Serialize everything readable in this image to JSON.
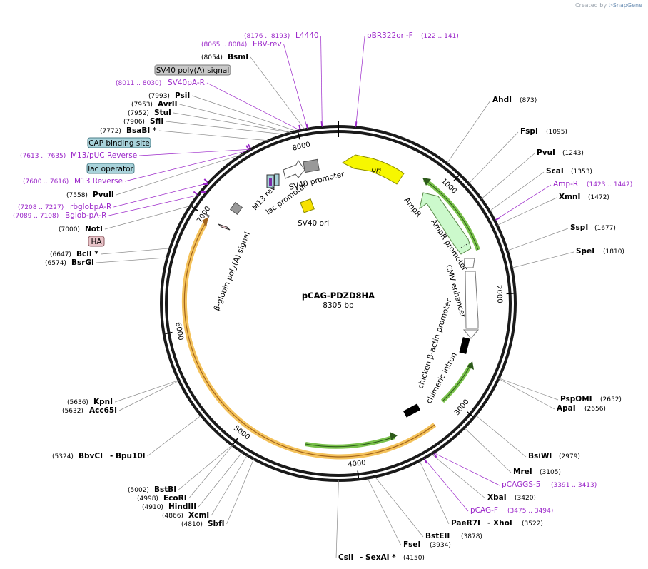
{
  "credit": {
    "prefix": "Created by",
    "brand": "SnapGene"
  },
  "plasmid": {
    "name": "pCAG-PDZD8HA",
    "length": "8305 bp"
  },
  "colors": {
    "primer": "#9b27c9",
    "orange": "#f4c25b",
    "green": "#79c14b",
    "yellow": "#f7f700",
    "lightgreen": "#ccf9cc",
    "boxblue": "#a9d3db",
    "boxgray": "#c8c8c8",
    "boxpink": "#e8c3c8"
  },
  "ticks": [
    {
      "label": "1000",
      "bp": 1000
    },
    {
      "label": "2000",
      "bp": 2000
    },
    {
      "label": "3000",
      "bp": 3000
    },
    {
      "label": "4000",
      "bp": 4000
    },
    {
      "label": "5000",
      "bp": 5000
    },
    {
      "label": "6000",
      "bp": 6000
    },
    {
      "label": "7000",
      "bp": 7000
    },
    {
      "label": "8000",
      "bp": 8000
    }
  ],
  "sites": [
    {
      "name": "AhdI",
      "pos": "(873)",
      "bp": 873
    },
    {
      "name": "FspI",
      "pos": "(1095)",
      "bp": 1095
    },
    {
      "name": "PvuI",
      "pos": "(1243)",
      "bp": 1243
    },
    {
      "name": "ScaI",
      "pos": "(1353)",
      "bp": 1353
    },
    {
      "name": "XmnI",
      "pos": "(1472)",
      "bp": 1472
    },
    {
      "name": "SspI",
      "pos": "(1677)",
      "bp": 1677
    },
    {
      "name": "SpeI",
      "pos": "(1810)",
      "bp": 1810
    },
    {
      "name": "PspOMI",
      "pos": "(2652)",
      "bp": 2652
    },
    {
      "name": "ApaI",
      "pos": "(2656)",
      "bp": 2656
    },
    {
      "name": "BsiWI",
      "pos": "(2979)",
      "bp": 2979
    },
    {
      "name": "MreI",
      "pos": "(3105)",
      "bp": 3105
    },
    {
      "name": "XbaI",
      "pos": "(3420)",
      "bp": 3420
    },
    {
      "name": "PaeR7I",
      "extra": "- XhoI",
      "pos": "(3522)",
      "bp": 3522
    },
    {
      "name": "BstEII",
      "pos": "(3878)",
      "bp": 3878
    },
    {
      "name": "FseI",
      "pos": "(3934)",
      "bp": 3934
    },
    {
      "name": "CsiI",
      "extra": "- SexAI *",
      "pos": "(4150)",
      "bp": 4150
    },
    {
      "name": "SbfI",
      "pos": "(4810)",
      "bp": 4810
    },
    {
      "name": "XcmI",
      "pos": "(4866)",
      "bp": 4866
    },
    {
      "name": "HindIII",
      "pos": "(4910)",
      "bp": 4910
    },
    {
      "name": "EcoRI",
      "pos": "(4998)",
      "bp": 4998
    },
    {
      "name": "BstBI",
      "pos": "(5002)",
      "bp": 5002
    },
    {
      "name": "BbvCI",
      "extra": "- Bpu10I",
      "pos": "(5324)",
      "bp": 5324
    },
    {
      "name": "Acc65I",
      "pos": "(5632)",
      "bp": 5632
    },
    {
      "name": "KpnI",
      "pos": "(5636)",
      "bp": 5636
    },
    {
      "name": "BsrGI",
      "pos": "(6574)",
      "bp": 6574
    },
    {
      "name": "BclI *",
      "pos": "(6647)",
      "bp": 6647
    },
    {
      "name": "NotI",
      "pos": "(7000)",
      "bp": 7000
    },
    {
      "name": "PvuII",
      "pos": "(7558)",
      "bp": 7558
    },
    {
      "name": "BsaBI *",
      "pos": "(7772)",
      "bp": 7772
    },
    {
      "name": "SfiI",
      "pos": "(7906)",
      "bp": 7906
    },
    {
      "name": "StuI",
      "pos": "(7952)",
      "bp": 7952
    },
    {
      "name": "AvrII",
      "pos": "(7953)",
      "bp": 7953
    },
    {
      "name": "PsiI",
      "pos": "(7993)",
      "bp": 7993
    },
    {
      "name": "BsmI",
      "pos": "(8054)",
      "bp": 8054
    }
  ],
  "primers": [
    {
      "name": "pBR322ori-F",
      "range": "(122 .. 141)",
      "bp": 131
    },
    {
      "name": "Amp-R",
      "range": "(1423 .. 1442)",
      "bp": 1432
    },
    {
      "name": "pCAGGS-5",
      "range": "(3391 .. 3413)",
      "bp": 3402
    },
    {
      "name": "pCAG-F",
      "range": "(3475 .. 3494)",
      "bp": 3484
    },
    {
      "name": "Bglob-pA-R",
      "range": "(7089 .. 7108)",
      "bp": 7098
    },
    {
      "name": "rbglobpA-R",
      "range": "(7208 .. 7227)",
      "bp": 7217
    },
    {
      "name": "M13 Reverse",
      "range": "(7600 .. 7616)",
      "bp": 7608
    },
    {
      "name": "M13/pUC Reverse",
      "range": "(7613 .. 7635)",
      "bp": 7624
    },
    {
      "name": "SV40pA-R",
      "range": "(8011 .. 8030)",
      "bp": 8020
    },
    {
      "name": "EBV-rev",
      "range": "(8065 .. 8084)",
      "bp": 8074
    },
    {
      "name": "L4440",
      "range": "(8176 .. 8193)",
      "bp": 8184
    }
  ],
  "boxes": [
    {
      "label": "SV40 poly(A) signal",
      "color": "gray"
    },
    {
      "label": "CAP binding site",
      "color": "blue"
    },
    {
      "label": "lac operator",
      "color": "blue"
    },
    {
      "label": "HA",
      "color": "pink"
    }
  ],
  "features": {
    "ori": "ori",
    "ampr": "AmpR",
    "ampr_promoter": "AmpR promoter",
    "cmv_enhancer": "CMV enhancer",
    "chicken_promoter": "chicken β-actin promoter",
    "chimeric_intron": "chimeric intron",
    "sv40_promoter": "SV40 promoter",
    "sv40_ori": "SV40 ori",
    "lac_promoter": "lac promoter",
    "m13_rev": "M13 rev",
    "bglobin_signal": "β-globin poly(A) signal"
  }
}
